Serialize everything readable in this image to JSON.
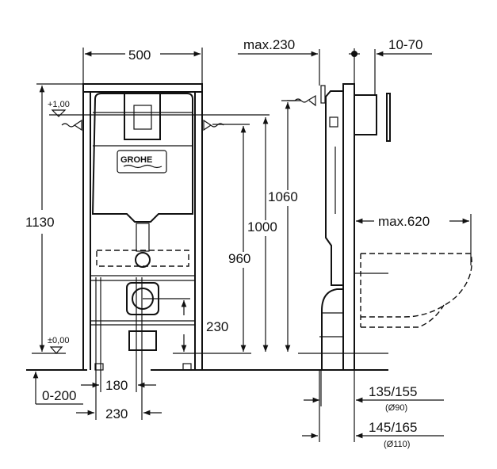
{
  "drawing": {
    "front_view": {
      "width_label": "500",
      "height_label": "1130",
      "level_top": "+1,00",
      "level_zero": "±0,00",
      "brand": "GROHE",
      "flush_height_1060": "1060",
      "flush_height_1000": "1000",
      "flush_height_960": "960",
      "drain_height": "230",
      "bolt_spacing_inner": "180",
      "bolt_spacing_outer": "230",
      "floor_adjust": "0-200"
    },
    "side_view": {
      "max_depth": "max.230",
      "wall_thickness": "10-70",
      "bowl_projection": "max.620",
      "pipe_offset_90": "135/155",
      "pipe_dia_90": "(Ø90)",
      "pipe_offset_110": "145/165",
      "pipe_dia_110": "(Ø110)"
    }
  }
}
